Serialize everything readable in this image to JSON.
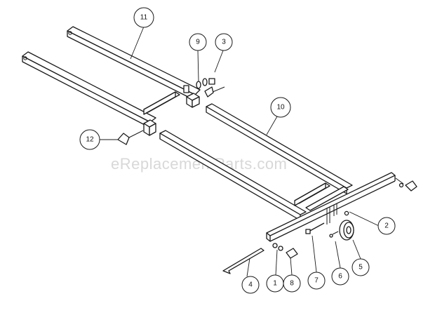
{
  "watermark": "eReplacementParts.com",
  "callouts": [
    {
      "id": "11",
      "label": "11"
    },
    {
      "id": "9",
      "label": "9"
    },
    {
      "id": "3",
      "label": "3"
    },
    {
      "id": "10",
      "label": "10"
    },
    {
      "id": "12",
      "label": "12"
    },
    {
      "id": "2",
      "label": "2"
    },
    {
      "id": "5",
      "label": "5"
    },
    {
      "id": "6",
      "label": "6"
    },
    {
      "id": "7",
      "label": "7"
    },
    {
      "id": "8",
      "label": "8"
    },
    {
      "id": "1",
      "label": "1"
    },
    {
      "id": "4",
      "label": "4"
    }
  ]
}
